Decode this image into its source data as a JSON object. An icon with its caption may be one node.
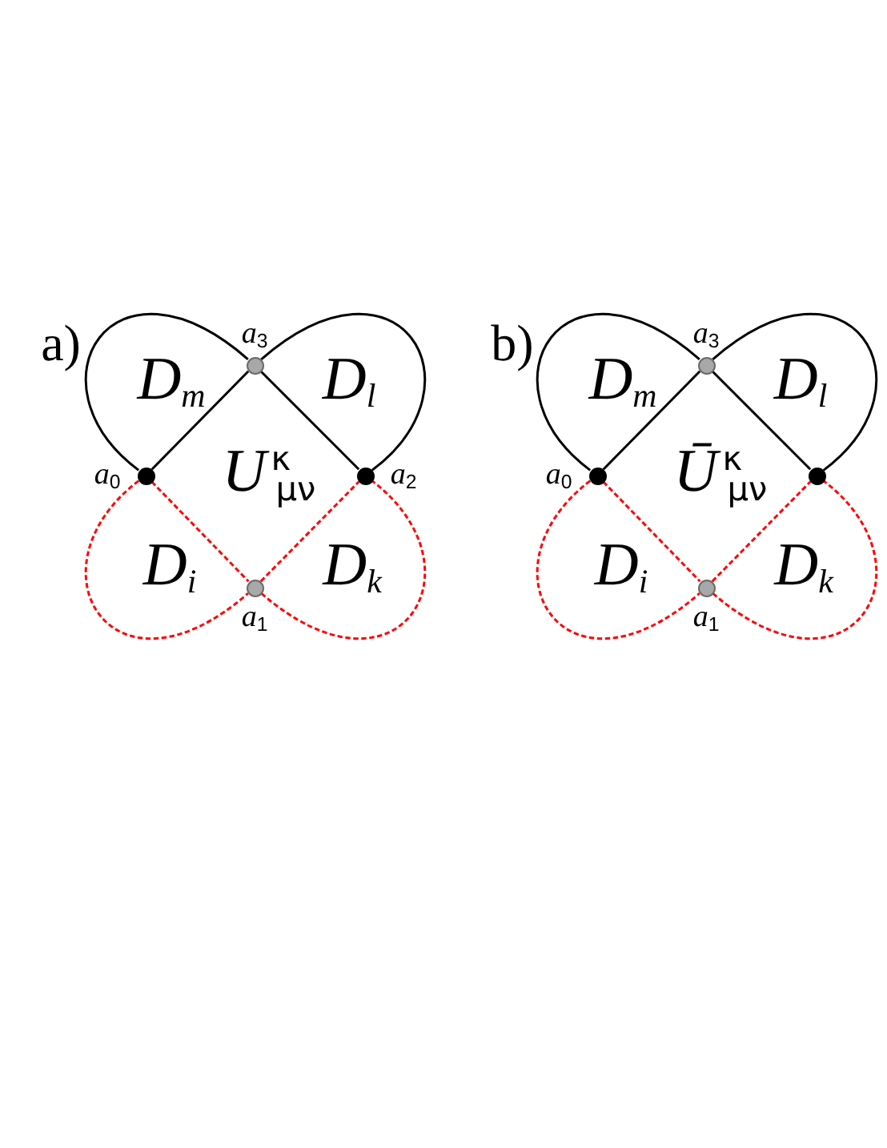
{
  "diagram": {
    "nodes": [
      {
        "text": [],
        "shape": "circle",
        "beside": [
          "*a*$_{3}$"
        ]
      },
      {
        "text": [],
        "shape": "circle",
        "beside": [
          "*a*$_{0}$"
        ]
      },
      {
        "text": [],
        "shape": "circle",
        "beside": [
          "*a*$_{2}$"
        ]
      },
      {
        "text": [],
        "shape": "circle",
        "beside": [
          "*a*$_{1}$"
        ]
      },
      {
        "text": [],
        "shape": "circle",
        "beside": [
          "*a*$_{3}$"
        ]
      },
      {
        "text": [],
        "shape": "circle",
        "beside": [
          "*a*$_{0}$"
        ]
      },
      {
        "text": [],
        "shape": "circle"
      },
      {
        "text": [],
        "shape": "circle",
        "beside": [
          "*a*$_{1}$"
        ]
      }
    ],
    "edges": [
      {
        "from": 1,
        "to": 0,
        "arrow": "none"
      },
      {
        "from": 1,
        "to": 0,
        "arrow": "none"
      },
      {
        "from": 0,
        "to": 2,
        "arrow": "none"
      },
      {
        "from": 0,
        "to": 2,
        "arrow": "none"
      },
      {
        "from": 1,
        "to": 3,
        "arrow": "none",
        "style": "dashed",
        "color": "#ff0000"
      },
      {
        "from": 1,
        "to": 3,
        "arrow": "none",
        "style": "dashed",
        "color": "#ff0000"
      },
      {
        "from": 3,
        "to": 2,
        "arrow": "none",
        "style": "dashed",
        "color": "#ff0000"
      },
      {
        "from": 3,
        "to": 2,
        "arrow": "none",
        "style": "dashed",
        "color": "#ff0000"
      },
      {
        "from": 5,
        "to": 4,
        "arrow": "none"
      },
      {
        "from": 5,
        "to": 4,
        "arrow": "none"
      },
      {
        "from": 4,
        "to": 6,
        "arrow": "none"
      },
      {
        "from": 4,
        "to": 6,
        "arrow": "none"
      },
      {
        "from": 5,
        "to": 7,
        "arrow": "none",
        "style": "dashed",
        "color": "#ff0000"
      },
      {
        "from": 5,
        "to": 7,
        "arrow": "none",
        "style": "dashed",
        "color": "#ff0000"
      },
      {
        "from": 7,
        "to": 6,
        "arrow": "none",
        "style": "dashed",
        "color": "#ff0000"
      },
      {
        "from": 7,
        "to": 6,
        "arrow": "none",
        "style": "dashed",
        "color": "#ff0000"
      }
    ],
    "labels": [
      "a)",
      "D$_{m}$",
      "D$_{l}$",
      "*U*$^{κ}$$_{μν}$",
      "D$_{i}$",
      "D$_{k}$",
      "b)",
      "D$_{m}$",
      "D$_{l}$",
      "*Ū*$^{κ}$$_{μν}$",
      "D$_{i}$",
      "D$_{k}$"
    ]
  }
}
